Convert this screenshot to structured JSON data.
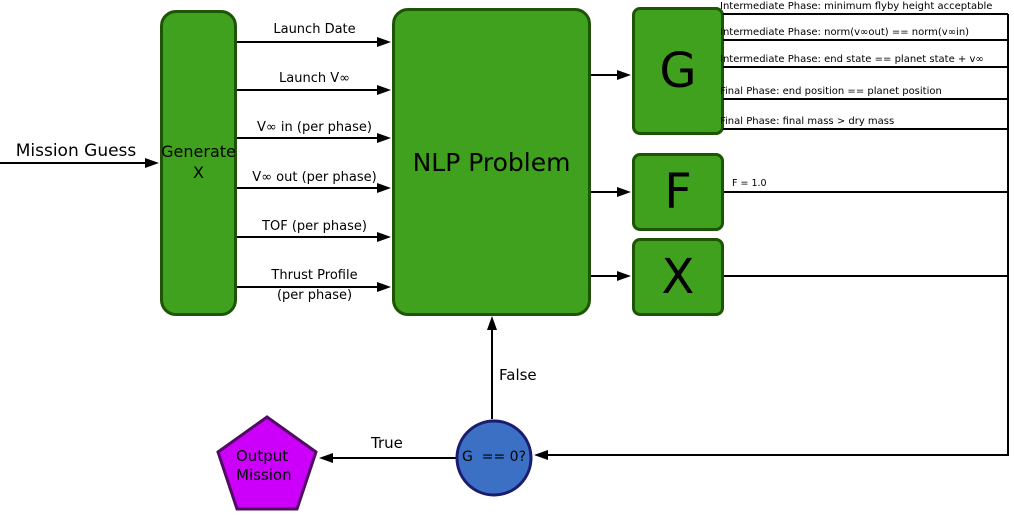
{
  "nodes": {
    "mission_guess": "Mission Guess",
    "generate": {
      "line1": "Generate",
      "line2": "X"
    },
    "nlp": "NLP Problem",
    "g": "G",
    "f": "F",
    "x": "X",
    "decision": "G  == 0?",
    "output": {
      "line1": "Output",
      "line2": "Mission"
    }
  },
  "edges": {
    "inputs": [
      {
        "label": "Launch Date"
      },
      {
        "label": "Launch V∞"
      },
      {
        "label": "V∞ in (per phase)"
      },
      {
        "label": "V∞ out (per phase)"
      },
      {
        "label": "TOF (per phase)"
      },
      {
        "label": "Thrust Profile",
        "label2": "(per phase)"
      }
    ],
    "f_value": "F = 1.0",
    "true_label": "True",
    "false_label": "False"
  },
  "constraints": [
    "Intermediate Phase: minimum flyby height acceptable",
    "Intermediate Phase: norm(v∞out) == norm(v∞in)",
    "Intermediate Phase: end state == planet state + v∞",
    "Final Phase: end position == planet position",
    "Final Phase: final mass > dry mass"
  ],
  "colors": {
    "node_green": "#3fa11e",
    "node_green_border": "#1d5405",
    "decision_blue": "#3b70c5",
    "decision_blue_border": "#1c1c6e",
    "output_magenta": "#cc00fa",
    "output_magenta_border": "#500c63",
    "line_black": "#000000"
  }
}
